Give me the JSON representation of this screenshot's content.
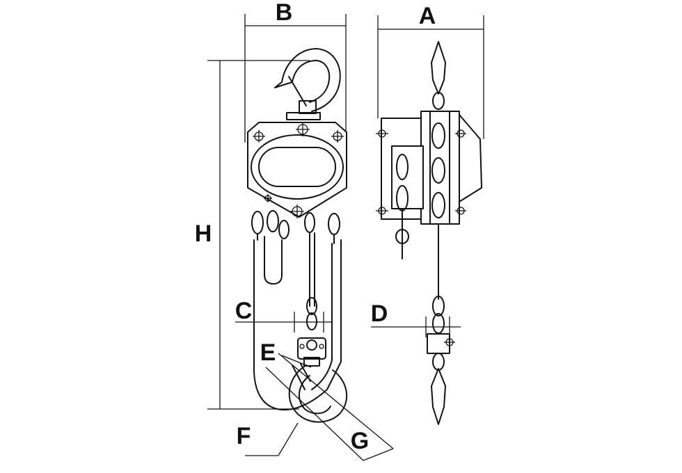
{
  "diagram": {
    "labels": {
      "A": "A",
      "B": "B",
      "C": "C",
      "D": "D",
      "E": "E",
      "F": "F",
      "G": "G",
      "H": "H"
    },
    "colors": {
      "line": "#111111",
      "background": "#ffffff"
    }
  }
}
